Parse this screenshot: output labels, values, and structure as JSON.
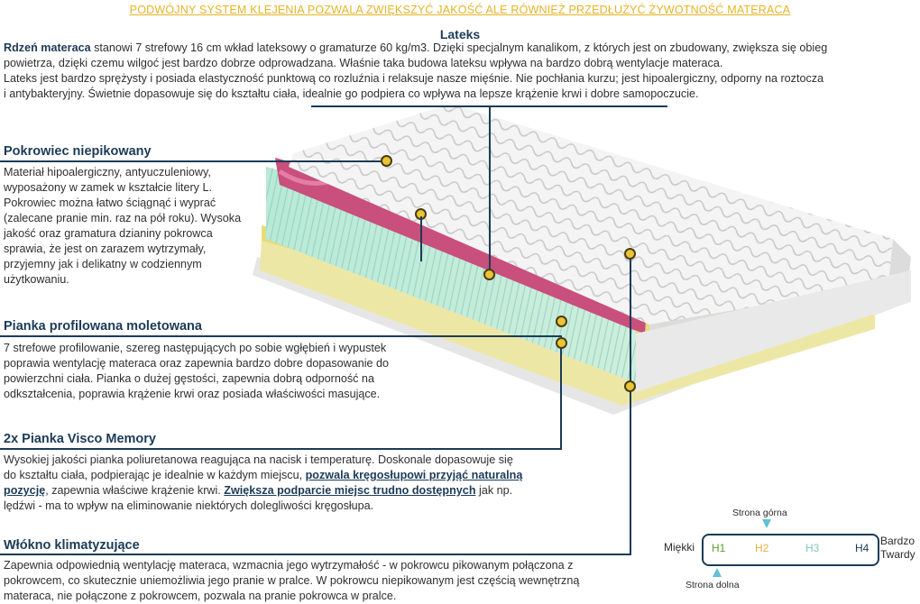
{
  "banner": "PODWÓJNY SYSTEM KLEJENIA POZWALA ZWIĘKSZYĆ JAKOŚĆ ALE RÓWNIEŻ PRZEDŁUŻYĆ ŻYWOTNOŚĆ MATERACA",
  "lateks": {
    "title": "Lateks",
    "lead": "Rdzeń materaca",
    "line1": " stanowi 7 strefowy 16 cm wkład lateksowy o gramaturze 60 kg/m3. Dzięki specjalnym kanalikom, z których jest on zbudowany, zwiększa się obieg",
    "line2": "powietrza, dzięki czemu wilgoć jest bardzo dobrze odprowadzana. Właśnie taka budowa lateksu wpływa na bardzo dobrą wentylacje materaca.",
    "line3": "Lateks jest bardzo sprężysty i posiada elastyczność punktową co rozluźnia i relaksuje nasze mięśnie. Nie pochłania kurzu; jest hipoalergiczny, odporny na roztocza",
    "line4": "i antybakteryjny. Świetnie dopasowuje się do kształtu ciała, idealnie go podpiera co wpływa na lepsze krążenie krwi i dobre samopoczucie."
  },
  "pokrowiec": {
    "title": "Pokrowiec niepikowany",
    "lines": [
      "Materiał hipoalergiczny, antyuczuleniowy,",
      "wyposażony w zamek w kształcie litery L.",
      "Pokrowiec można łatwo ściągnąć i wyprać",
      "(zalecane pranie min. raz na pół roku). Wysoka",
      "jakość oraz gramatura dzianiny pokrowca",
      "sprawia, że jest on zarazem wytrzymały,",
      "przyjemny jak i delikatny w codziennym",
      "użytkowaniu."
    ]
  },
  "pianka": {
    "title": "Pianka profilowana moletowana",
    "lines": [
      "7 strefowe profilowanie, szereg następujących po sobie wgłębień i wypustek",
      "poprawia wentylację materaca oraz zapewnia bardzo dobre dopasowanie do",
      "powierzchni ciała. Pianka o dużej gęstości, zapewnia dobrą odporność na",
      "odkształcenia, poprawia krążenie krwi oraz posiada właściwości masujące."
    ]
  },
  "visco": {
    "title": "2x Pianka Visco Memory",
    "line1": "Wysokiej jakości pianka poliuretanowa reagująca na nacisk i temperaturę. Doskonale dopasowuje się",
    "line2a": "do kształtu ciała, podpierając je idealnie w każdym miejscu, ",
    "line2b": "pozwala kręgosłupowi przyjąć naturalną",
    "line3a": "pozycję",
    "line3b": ", zapewnia właściwe krążenie krwi. ",
    "line3c": "Zwiększa podparcie miejsc trudno dostępnych",
    "line3d": " jak np.",
    "line4": "lędźwi - ma to wpływ na eliminowanie niektórych dolegliwości kręgosłupa."
  },
  "wlokno": {
    "title": "Włókno klimatyzujące",
    "lines": [
      "Zapewnia odpowiednią wentylację materaca, wzmacnia jego wytrzymałość - w pokrowcu pikowanym połączona z",
      "pokrowcem, co skutecznie uniemożliwia jego pranie w pralce. W pokrowcu niepikowanym jest częścią wewnętrzną",
      "materaca, nie połączone z pokrowcem, pozwala na pranie pokrowca w pralce."
    ]
  },
  "hardness": {
    "top_label": "Strona górna",
    "bottom_label": "Strona dolna",
    "left_label": "Miękki",
    "right_label_1": "Bardzo",
    "right_label_2": "Twardy",
    "levels": [
      "H1",
      "H2",
      "H3",
      "H4"
    ],
    "level_colors": [
      "#5aa02c",
      "#e0b23a",
      "#7fc6c4",
      "#1c3b57"
    ]
  },
  "colors": {
    "accent": "#1c3b57",
    "banner": "#e6b324",
    "dot": "#e9c437"
  }
}
